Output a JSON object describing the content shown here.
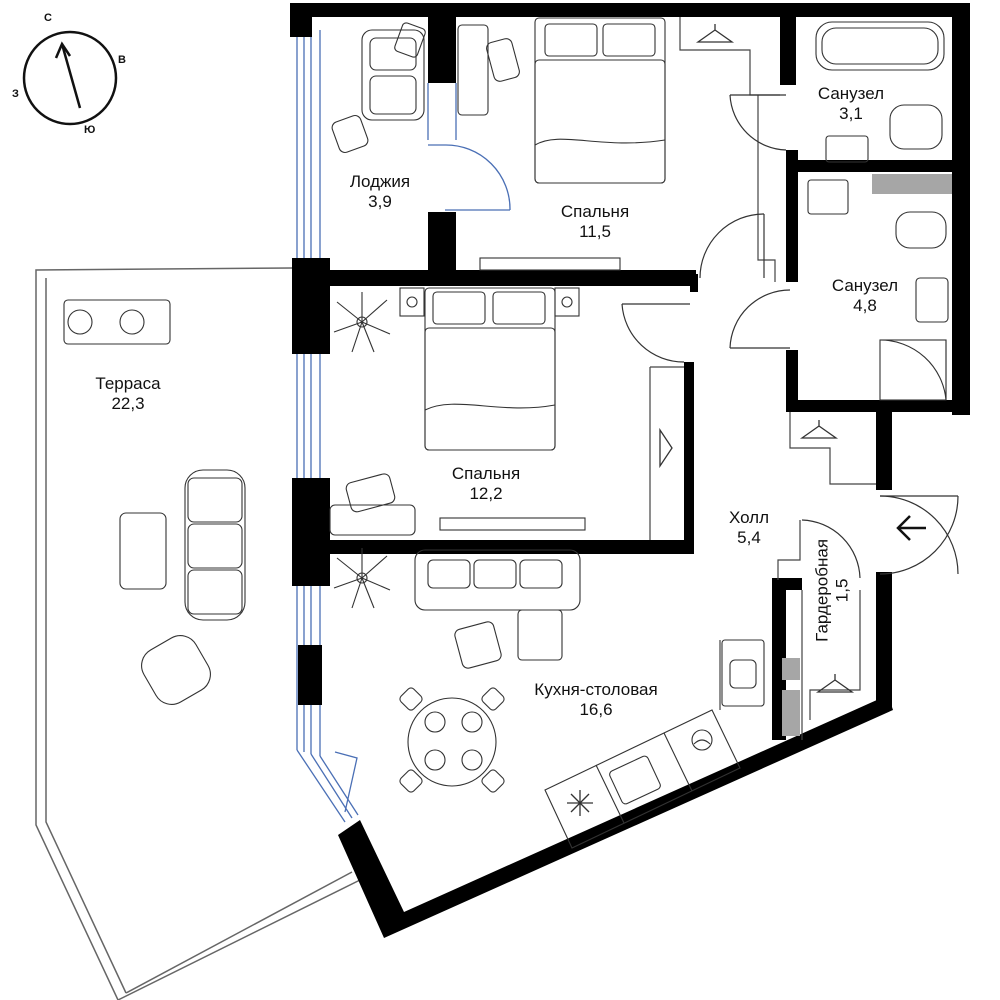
{
  "compass": {
    "north": "С",
    "east": "В",
    "west": "З",
    "south": "Ю"
  },
  "rooms": {
    "loggia": {
      "name": "Лоджия",
      "area": "3,9"
    },
    "bedroom1": {
      "name": "Спальня",
      "area": "11,5"
    },
    "bath1": {
      "name": "Санузел",
      "area": "3,1"
    },
    "bath2": {
      "name": "Санузел",
      "area": "4,8"
    },
    "terrace": {
      "name": "Терраса",
      "area": "22,3"
    },
    "bedroom2": {
      "name": "Спальня",
      "area": "12,2"
    },
    "hall": {
      "name": "Холл",
      "area": "5,4"
    },
    "wardrobe": {
      "name": "Гардеробная",
      "area": "1,5"
    },
    "kitchen": {
      "name": "Кухня-столовая",
      "area": "16,6"
    }
  },
  "icons": {
    "entrance": "entrance-arrow-icon",
    "hanger": "hanger-icon",
    "fridge": "snowflake-icon",
    "washer": "washing-machine-icon"
  },
  "colors": {
    "wall": "#000000",
    "line": "#555555",
    "glass": "#4a6fb5",
    "shaft": "#a6a6a6"
  }
}
